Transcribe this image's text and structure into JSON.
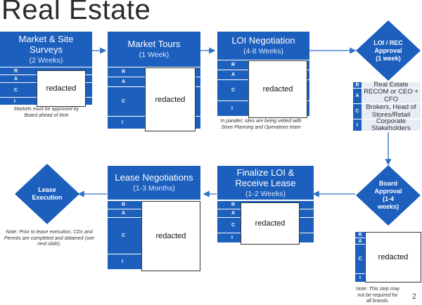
{
  "title": "Real Estate",
  "page_number": "2",
  "raci_letters": [
    "R",
    "A",
    "C",
    "I"
  ],
  "redacted_label": "redacted",
  "colors": {
    "step_blue": "#1c5fbd",
    "raci_bg": "#e8edf5",
    "arrow": "#2f6fc6"
  },
  "steps": [
    {
      "title": "Market & Site Surveys",
      "duration": "(2 Weeks)"
    },
    {
      "title": "Market Tours",
      "duration": "(1 Week)"
    },
    {
      "title": "LOI Negotiation",
      "duration": "(4-8 Weeks)"
    },
    {
      "title": "Finalize LOI & Receive Lease",
      "duration": "(1-2 Weeks)"
    },
    {
      "title": "Lease Negotiations",
      "duration": "(1-3 Months)"
    }
  ],
  "decisions": [
    {
      "line1": "LOI / REC",
      "line2": "Approval",
      "line3": "(1 week)"
    },
    {
      "line1": "Board",
      "line2": "Approval",
      "line3": "(1-4",
      "line4": "weeks)"
    },
    {
      "line1": "Lease",
      "line2": "Execution"
    }
  ],
  "loi_rec_raci": {
    "R": "Real Estate",
    "A": "RECOM or CEO + CFO",
    "C": "Brokers, Head of Stores/Retail",
    "I": "Corporate Stakeholders"
  },
  "notes": {
    "market_surveys": "Markets must be approved by Board ahead of time",
    "loi_negotiation": "In parallel, sites are being vetted with Store Planning and Operations team",
    "lease_execution": "Note: Prior to lease execution, CDs and Permits are completed and obtained (see next slide).",
    "board_approval": "Note: This step may not be required for all brands."
  }
}
